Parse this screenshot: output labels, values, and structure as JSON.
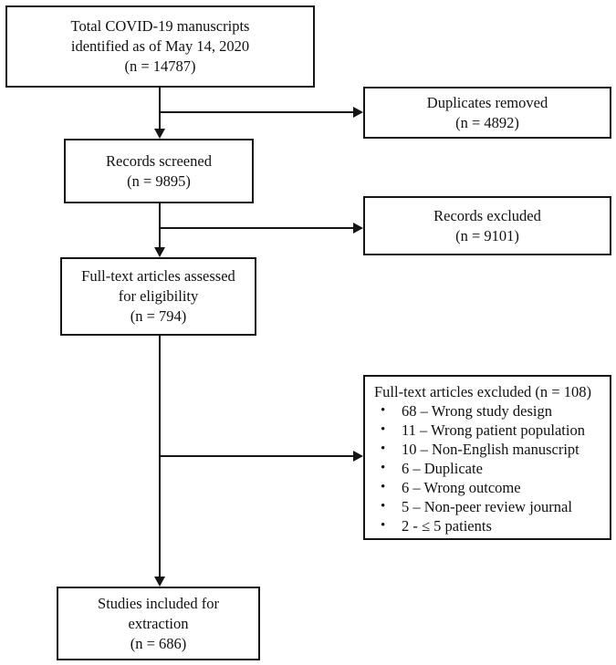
{
  "nodes": {
    "identified": {
      "lines": [
        "Total COVID-19 manuscripts",
        "identified as of May 14, 2020",
        "(n = 14787)"
      ]
    },
    "duplicates_removed": {
      "lines": [
        "Duplicates removed",
        "(n = 4892)"
      ]
    },
    "records_screened": {
      "lines": [
        "Records screened",
        "(n = 9895)"
      ]
    },
    "records_excluded": {
      "lines": [
        "Records excluded",
        "(n = 9101)"
      ]
    },
    "fulltext_assessed": {
      "lines": [
        "Full-text articles assessed",
        "for eligibility",
        "(n = 794)"
      ]
    },
    "fulltext_excluded": {
      "title": "Full-text articles excluded (n = 108)",
      "items": [
        "68 – Wrong study design",
        "11 – Wrong patient population",
        "10 – Non-English manuscript",
        "6 – Duplicate",
        "6 – Wrong outcome",
        "5 – Non-peer review journal",
        "2 - ≤ 5 patients"
      ]
    },
    "studies_included": {
      "lines": [
        "Studies included for",
        "extraction",
        "(n = 686)"
      ]
    }
  },
  "colors": {
    "stroke": "#151515",
    "background": "#ffffff",
    "text": "#111111"
  }
}
